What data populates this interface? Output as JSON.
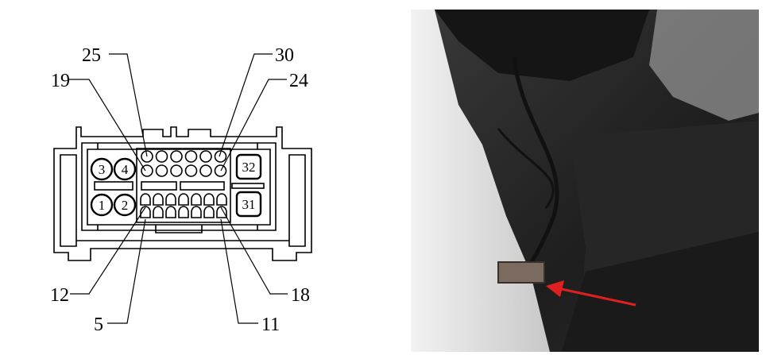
{
  "connector_diagram": {
    "callouts": {
      "p25": "25",
      "p19": "19",
      "p30": "30",
      "p24": "24",
      "p12": "12",
      "p5": "5",
      "p18": "18",
      "p11": "11"
    },
    "pins": {
      "p1": "1",
      "p2": "2",
      "p3": "3",
      "p4": "4",
      "p31": "31",
      "p32": "32"
    }
  },
  "photo": {
    "arrow_color": "#e02020"
  }
}
